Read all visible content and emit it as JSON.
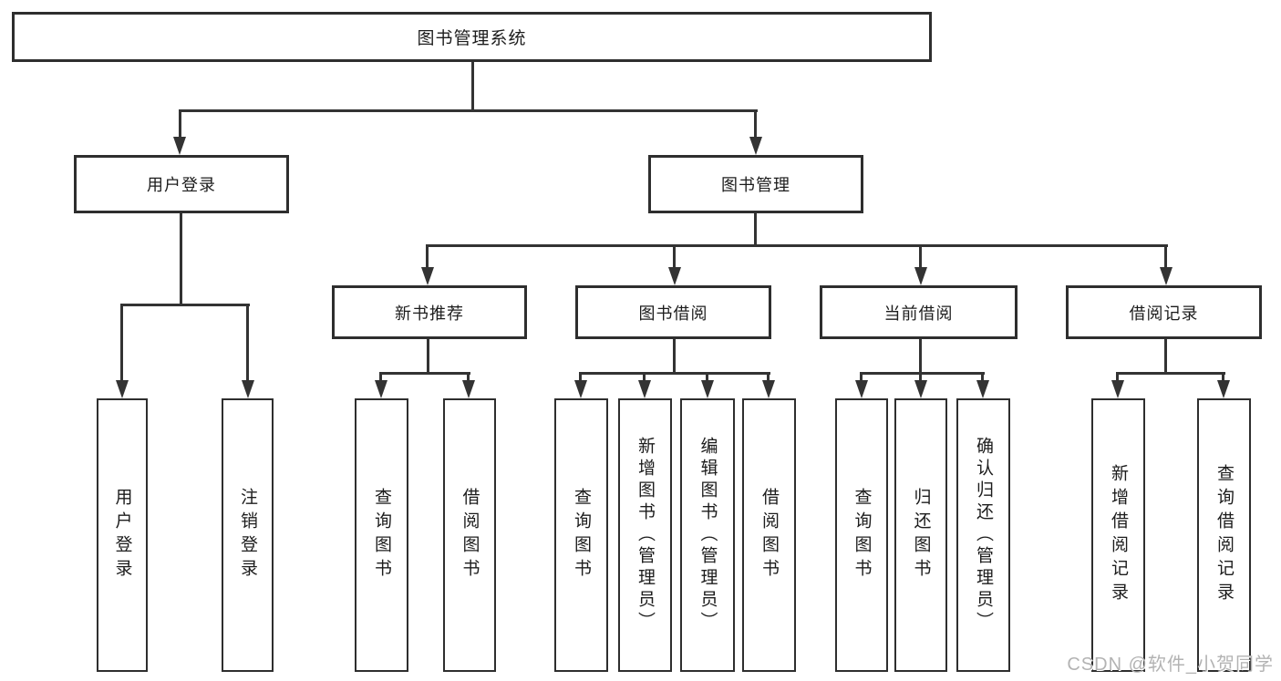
{
  "title": "图书管理系统",
  "watermark": "CSDN @软件_小贺同学",
  "nodes": {
    "user_login_group": "用户登录",
    "book_management": "图书管理",
    "new_book_recommend": "新书推荐",
    "book_borrowing": "图书借阅",
    "current_borrowing": "当前借阅",
    "borrowing_records": "借阅记录",
    "user_login": "用户登录",
    "logout": "注销登录",
    "query_books_recommend": "查询图书",
    "borrow_books_recommend": "借阅图书",
    "query_books_borrowing": "查询图书",
    "add_books_admin": "新增图书（管理员）",
    "edit_books_admin": "编辑图书（管理员）",
    "borrow_books_borrowing": "借阅图书",
    "query_books_current": "查询图书",
    "return_books": "归还图书",
    "confirm_return_admin": "确认归还（管理员）",
    "add_borrowing_record": "新增借阅记录",
    "query_borrowing_record": "查询借阅记录"
  },
  "colors": {
    "line": "#333333",
    "box_border": "#2e2e2e",
    "text": "#1c1c1c",
    "watermark": "#b3b3b3",
    "background": "#ffffff"
  },
  "diagram_type": "hierarchy-tree"
}
